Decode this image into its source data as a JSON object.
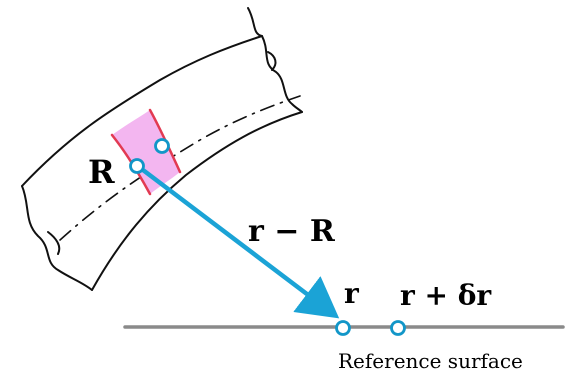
{
  "labels": {
    "R": "R",
    "r_minus_R": "r − R",
    "r": "r",
    "r_plus_delta_r": "r + δr",
    "reference_surface": "Reference surface"
  },
  "colors": {
    "arrow": "#1BA3D6",
    "point_stroke": "#1296C8",
    "element_fill": "#F3B6F0",
    "element_edge": "#E23A52",
    "surface_line": "#8A8A8A",
    "ink": "#111111"
  }
}
